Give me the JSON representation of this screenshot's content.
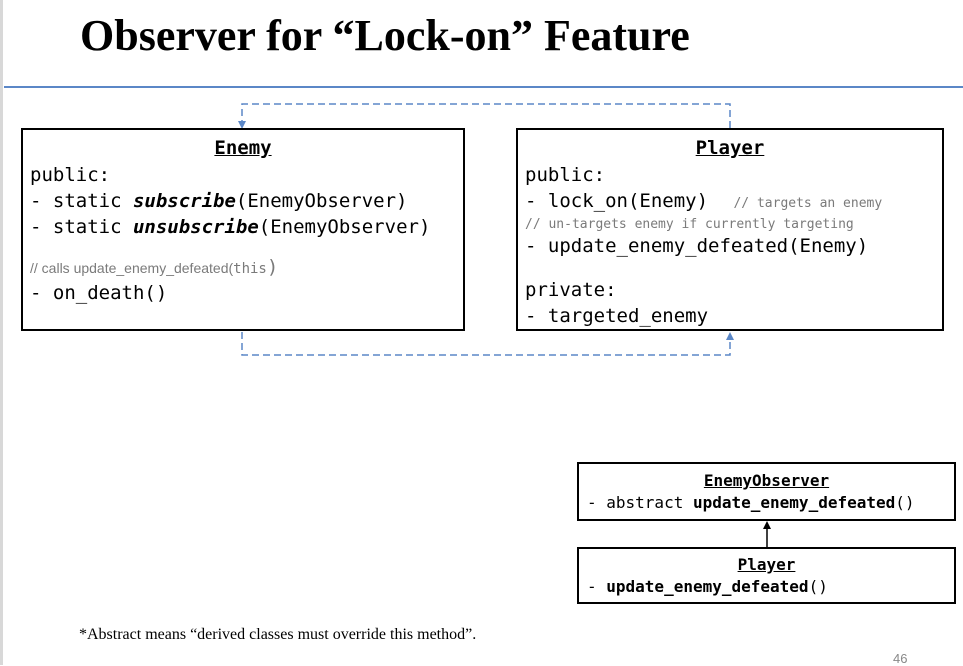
{
  "slide": {
    "title": "Observer for “Lock-on” Feature",
    "footnote": "*Abstract means “derived classes must override this method”.",
    "page_number": "46"
  },
  "enemy_class": {
    "name": "Enemy",
    "public_label": "public:",
    "method_1_prefix": "- static ",
    "method_1_name": "subscribe",
    "method_1_args": "(EnemyObserver)",
    "method_2_prefix": "- static ",
    "method_2_name": "unsubscribe",
    "method_2_args": "(EnemyObserver)",
    "comment_prefix": "// calls update_enemy_defeated(",
    "comment_this": "this",
    "comment_suffix": ")",
    "method_3": "- on_death()"
  },
  "player_class": {
    "name": "Player",
    "public_label": "public:",
    "method_1": "- lock_on(Enemy)",
    "method_1_comment": "// targets an enemy",
    "method_2_comment": "// un-targets enemy if currently targeting",
    "method_2": "- update_enemy_defeated(Enemy)",
    "private_label": "private:",
    "field_1": "- targeted_enemy"
  },
  "enemy_observer_class": {
    "name": "EnemyObserver",
    "method_prefix": "- abstract ",
    "method_name": "update_enemy_defeated",
    "method_suffix": "()"
  },
  "player_subclass": {
    "name": "Player",
    "method_prefix": "- ",
    "method_name": "update_enemy_defeated",
    "method_suffix": "()"
  },
  "colors": {
    "connector": "#5b87c7",
    "title_rule": "#5b87c7",
    "comment": "#7a7a7a"
  }
}
